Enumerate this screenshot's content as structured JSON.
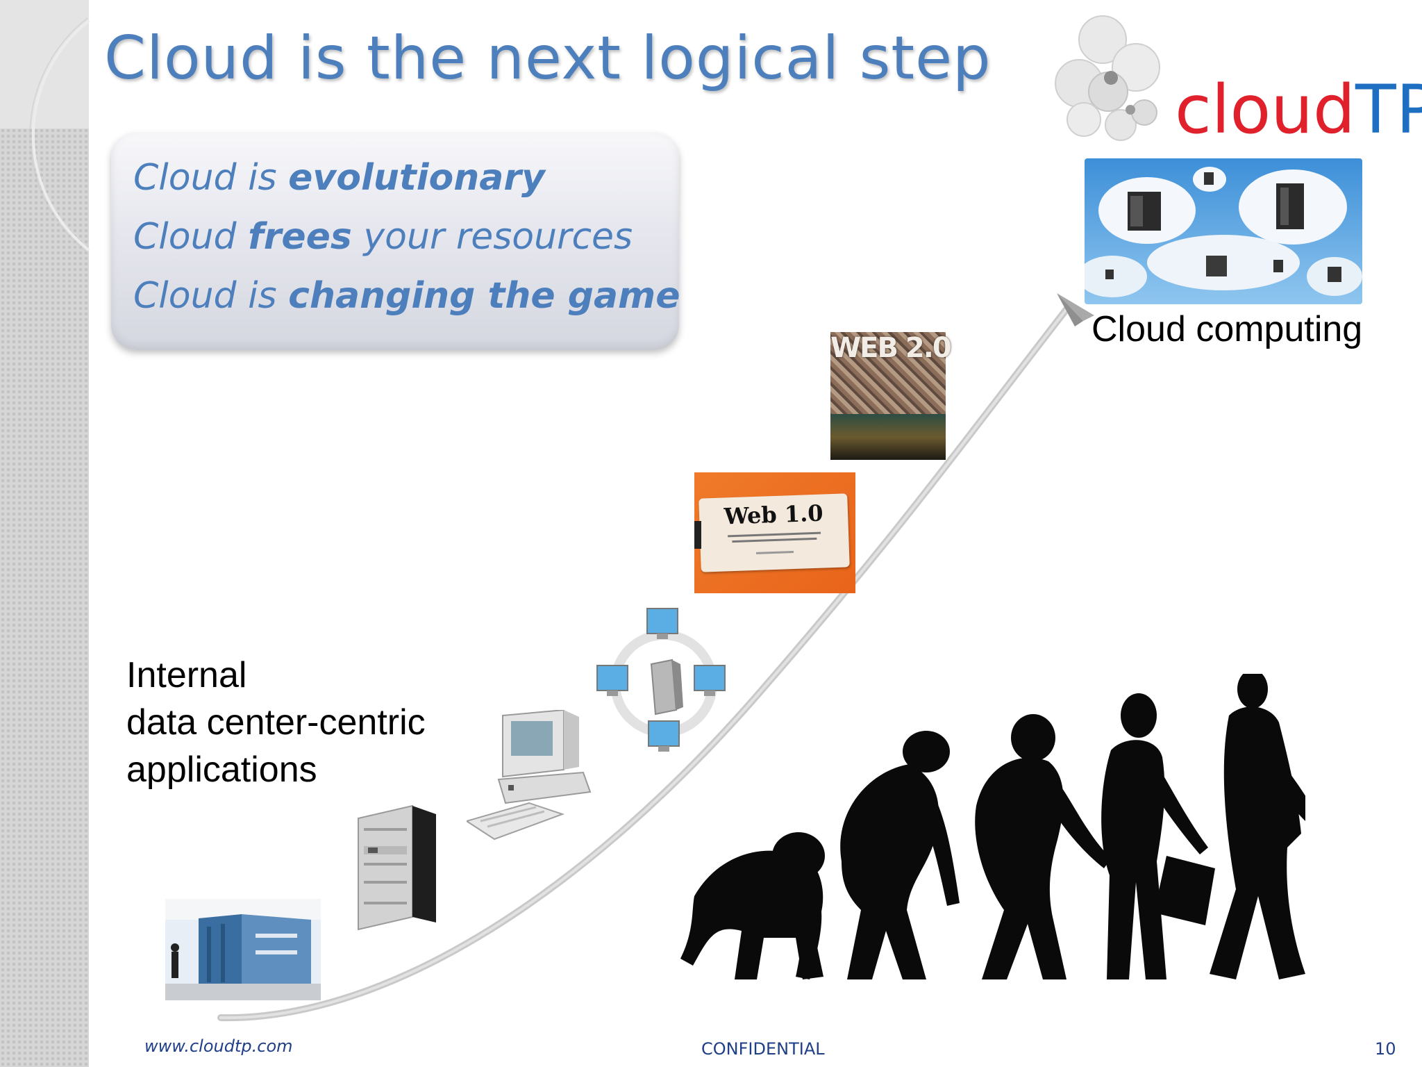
{
  "slide": {
    "title": "Cloud is the next logical step",
    "bullets": [
      {
        "pre": "Cloud is ",
        "bold": "evolutionary",
        "post": ""
      },
      {
        "pre": "Cloud ",
        "bold": "frees",
        "post": " your resources"
      },
      {
        "pre": "Cloud is ",
        "bold": "changing the game",
        "post": ""
      }
    ],
    "logo": {
      "part1": "cloud",
      "part2": "TP"
    },
    "captions": {
      "start_line1": "Internal",
      "start_line2": "data center-centric",
      "start_line3": "applications",
      "end": "Cloud computing"
    },
    "web1_sign": {
      "title": "Web 1.0"
    },
    "web2_banner": "WEB 2.0",
    "footer": {
      "url": "www.cloudtp.com",
      "confidential": "CONFIDENTIAL",
      "page": "10"
    }
  },
  "colors": {
    "title": "#4d7fbd",
    "logo_red": "#e0202a",
    "logo_blue": "#1e6fc2",
    "footer": "#1f3f86"
  },
  "icons": [
    "mainframe-photo",
    "server-tower-icon",
    "desktop-computer-icon",
    "client-server-network-icon",
    "web-1-sign-photo",
    "web-2-collage-photo",
    "cloud-servers-icon",
    "growth-arrow",
    "human-evolution-silhouettes"
  ]
}
